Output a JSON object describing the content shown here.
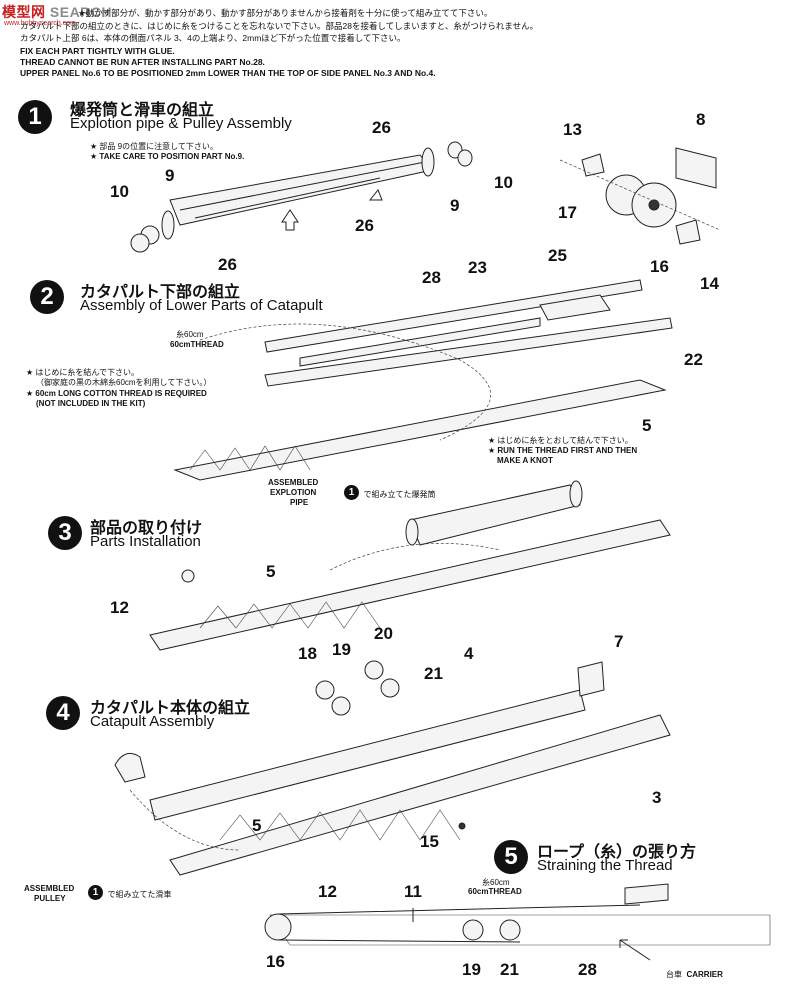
{
  "watermark": {
    "brand_red": "模型网",
    "brand_gray": "SEARCH",
    "sub": "www.hobbysearch.com"
  },
  "header_notes": {
    "jp1": "★動かす部分が、動かす部分があり、動かす部分がありませんから接着剤を十分に使って組み立てて下さい。",
    "jp2": "カタパルト下部の組立のときに、はじめに糸をつけることを忘れないで下さい。部品28を接着してしまいますと、糸がつけられません。",
    "jp3": "カタパルト上部 6は、本体の側面パネル 3、4の上端より、2mmほど下がった位置で接着して下さい。",
    "en1": "FIX EACH PART TIGHTLY WITH GLUE.",
    "en2": "THREAD CANNOT BE RUN AFTER INSTALLING PART No.28.",
    "en3": "UPPER PANEL No.6 TO BE POSITIONED 2mm LOWER THAN THE TOP OF SIDE PANEL No.3 AND No.4."
  },
  "steps": [
    {
      "num": "1",
      "jp": "爆発筒と滑車の組立",
      "en": "Explotion pipe & Pulley Assembly"
    },
    {
      "num": "2",
      "jp": "カタパルト下部の組立",
      "en": "Assembly of Lower Parts of Catapult"
    },
    {
      "num": "3",
      "jp": "部品の取り付け",
      "en": "Parts Installation"
    },
    {
      "num": "4",
      "jp": "カタパルト本体の組立",
      "en": "Catapult Assembly"
    },
    {
      "num": "5",
      "jp": "ロープ（糸）の張り方",
      "en": "Straining the Thread"
    }
  ],
  "step1_notes": {
    "jp": "★ 部品 9の位置に注意して下さい。",
    "en": "★ TAKE CARE TO POSITION PART No.9."
  },
  "step2_notes": {
    "thread_jp": "糸60cm",
    "thread_en": "60cmTHREAD",
    "left_jp1": "★ はじめに糸を結んで下さい。",
    "left_jp2": "（御家庭の黒の木綿糸60cmを利用して下さい。）",
    "left_en1": "★ 60cm LONG COTTON THREAD IS REQUIRED",
    "left_en2": "(NOT INCLUDED IN THE KIT)",
    "right_jp": "★ はじめに糸をとおして結んで下さい。",
    "right_en1": "★ RUN THE THREAD FIRST AND THEN",
    "right_en2": "MAKE A KNOT"
  },
  "step3_notes": {
    "a1": "ASSEMBLED",
    "a2": "EXPLOTION",
    "a3": "PIPE",
    "circ": "1",
    "jp": "で組み立てた爆発筒"
  },
  "step4_notes": {
    "a1": "ASSEMBLED",
    "a2": "PULLEY",
    "circ": "1",
    "jp": "で組み立てた滑車"
  },
  "step5_notes": {
    "thread_jp": "糸60cm",
    "thread_en": "60cmTHREAD",
    "carrier_jp": "台車",
    "carrier_en": "CARRIER"
  },
  "part_numbers": {
    "s1": [
      "26",
      "9",
      "10",
      "26",
      "9",
      "10",
      "26",
      "13",
      "8",
      "17",
      "16",
      "14"
    ],
    "s2": [
      "25",
      "23",
      "28",
      "22",
      "5"
    ],
    "s3": [
      "5",
      "12"
    ],
    "s4": [
      "20",
      "18",
      "19",
      "21",
      "4",
      "7",
      "3",
      "5",
      "15"
    ],
    "s5": [
      "12",
      "11",
      "16",
      "19",
      "21",
      "28"
    ]
  }
}
